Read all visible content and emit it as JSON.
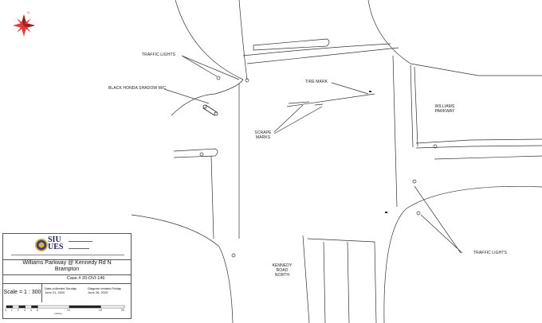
{
  "labels": {
    "traffic_lights_top": "TRAFFIC LIGHTS",
    "black_honda": "BLACK HONDA SHADOW M/C",
    "tire_mark": "TIRE MARK",
    "scrape_marks_1": "SCRAPE",
    "scrape_marks_2": "MARKS",
    "williams_parkway_1": "WILLIAMS",
    "williams_parkway_2": "PARKWAY",
    "kennedy_1": "KENNEDY",
    "kennedy_2": "ROAD",
    "kennedy_3": "NORTH",
    "traffic_lights_bottom": "TRAFFIC LIGHTS"
  },
  "title_block": {
    "logo_main": "SIU",
    "logo_second": "UES",
    "title_line1": "Williams Parkway @ Kennedy Rd N",
    "title_line2": "Brampton",
    "case_number": "Case # 20-OVI-146",
    "scale": "Scale = 1 : 300",
    "data_collected_1": "Data collected Sunday",
    "data_collected_2": "June 21, 2020",
    "diagram_created_1": "Diagram created Friday",
    "diagram_created_2": "June 26, 2020",
    "scalebar_ticks": [
      "0",
      "1",
      "2",
      "3",
      "4",
      "5",
      "10",
      "15",
      "20"
    ],
    "scalebar_unit": "metres"
  },
  "colors": {
    "compass": "#e23a3a",
    "line": "#333333",
    "title_ink": "#1d2452"
  },
  "icons": {
    "north_arrow": "compass-rose-icon"
  }
}
